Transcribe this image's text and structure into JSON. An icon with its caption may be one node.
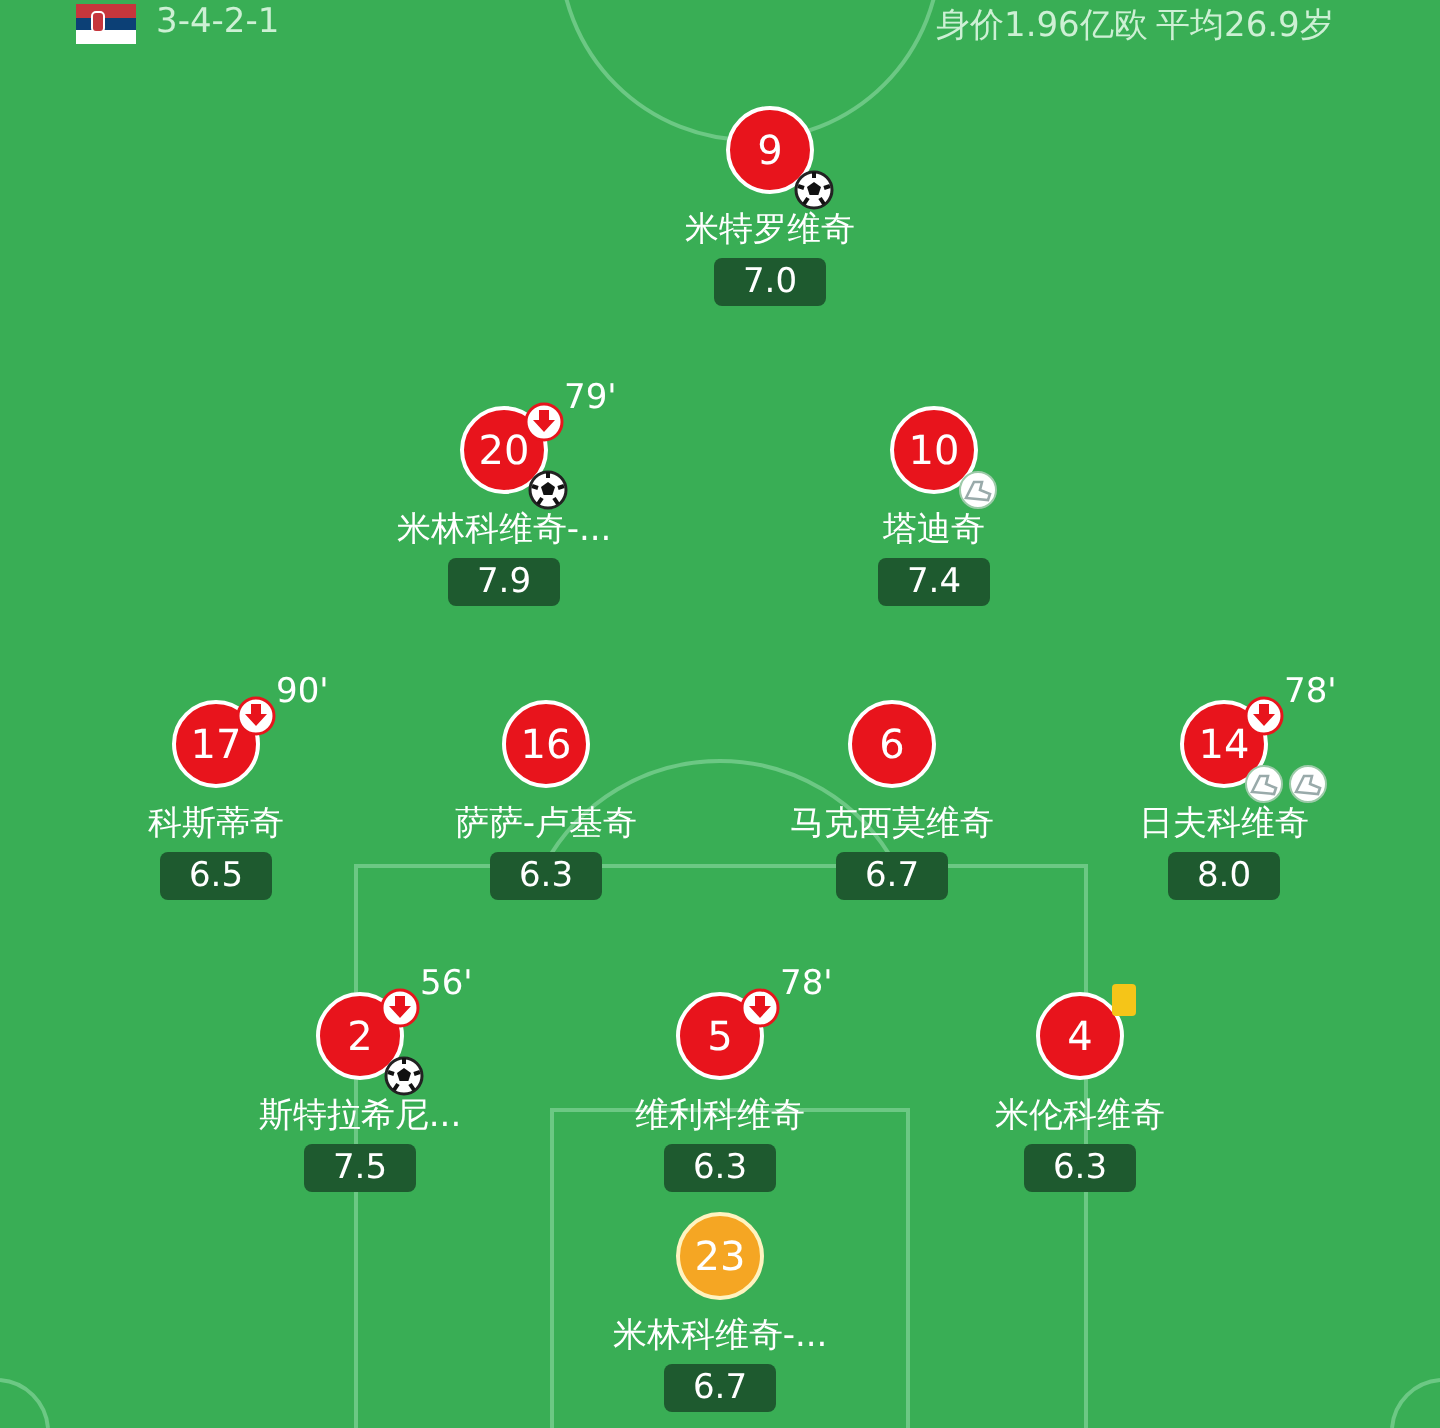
{
  "diagram": {
    "nodes": [
      {
        "text": [
          "9"
        ],
        "beside": [
          "米特罗维奇",
          "7.0"
        ]
      },
      {
        "text": [
          "20"
        ],
        "beside": [
          "米林科维奇-...",
          "7.9",
          "79'"
        ]
      },
      {
        "text": [
          "10"
        ],
        "beside": [
          "塔迪奇",
          "7.4"
        ]
      },
      {
        "text": [
          "17"
        ],
        "beside": [
          "科斯蒂奇",
          "6.5",
          "90'"
        ]
      },
      {
        "text": [
          "16"
        ],
        "beside": [
          "萨萨-卢基奇",
          "6.3"
        ]
      },
      {
        "text": [
          "6"
        ],
        "beside": [
          "马克西莫维奇",
          "6.7"
        ]
      },
      {
        "text": [
          "14"
        ],
        "beside": [
          "日夫科维奇",
          "8.0",
          "78'"
        ]
      },
      {
        "text": [
          "2"
        ],
        "beside": [
          "斯特拉希尼...",
          "7.5",
          "56'"
        ]
      },
      {
        "text": [
          "5"
        ],
        "beside": [
          "维利科维奇",
          "6.3",
          "78'"
        ]
      },
      {
        "text": [
          "4"
        ],
        "beside": [
          "米伦科维奇",
          "6.3"
        ]
      },
      {
        "text": [
          "23"
        ],
        "beside": [
          "米林科维奇-...",
          "6.7"
        ]
      }
    ],
    "labels": [
      "3-4-2-1",
      "身价1.96亿欧",
      "平均26.9岁"
    ]
  }
}
